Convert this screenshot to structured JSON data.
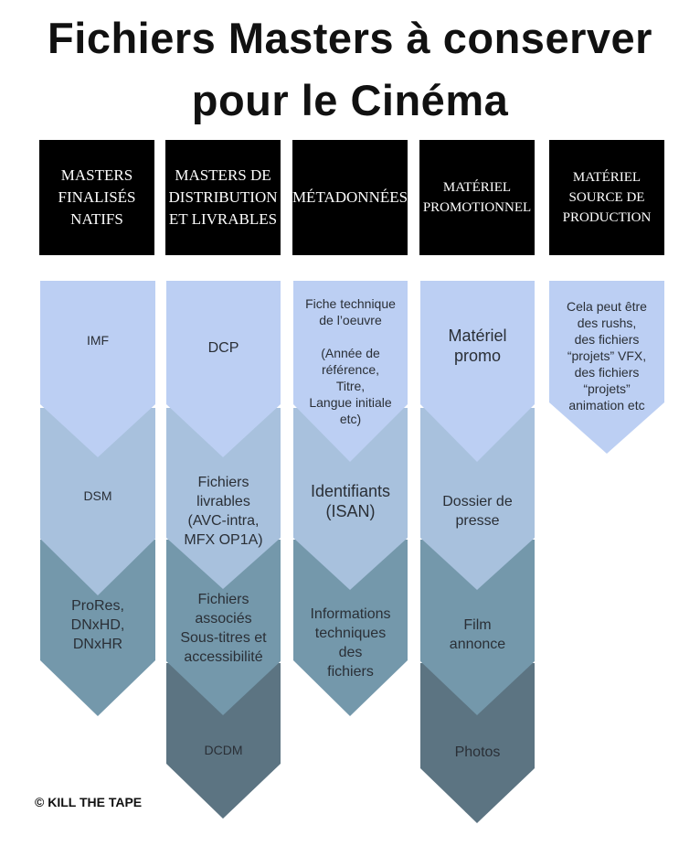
{
  "title_line1": "Fichiers Masters à conserver",
  "title_line2": "pour le Cinéma",
  "copyright": "© KILL THE TAPE",
  "colors": {
    "header_bg": "#000000",
    "shade1": "#bccff3",
    "shade2": "#a8c1dd",
    "shade3": "#7498ab",
    "shade4": "#5c7482"
  },
  "columns": [
    {
      "header": [
        "MASTERS",
        "FINALISÉS",
        "NATIFS"
      ],
      "items": [
        "IMF",
        "DSM",
        "ProRes,\nDNxHD,\nDNxHR"
      ]
    },
    {
      "header": [
        "MASTERS DE",
        "DISTRIBUTION",
        "ET LIVRABLES"
      ],
      "items": [
        "DCP",
        "Fichiers\nlivrables\n(AVC-intra,\nMFX OP1A)",
        "Fichiers\nassociés\nSous-titres et\naccessibilité",
        "DCDM"
      ]
    },
    {
      "header": [
        "MÉTADONNÉES"
      ],
      "items": [
        "Fiche technique\nde l’oeuvre\n\n(Année de\nréférence,\nTitre,\nLangue initiale\netc)",
        "Identifiants\n(ISAN)",
        "Informations\ntechniques\ndes\nfichiers"
      ]
    },
    {
      "header": [
        "MATÉRIEL",
        "PROMOTIONNEL"
      ],
      "items": [
        "Matériel\npromo",
        "Dossier de\npresse",
        "Film\nannonce",
        "Photos"
      ]
    },
    {
      "header": [
        "MATÉRIEL",
        "SOURCE DE",
        "PRODUCTION"
      ],
      "items": [
        "Cela peut être\ndes rushs,\ndes fichiers\n“projets” VFX,\ndes fichiers\n“projets”\nanimation etc"
      ]
    }
  ]
}
